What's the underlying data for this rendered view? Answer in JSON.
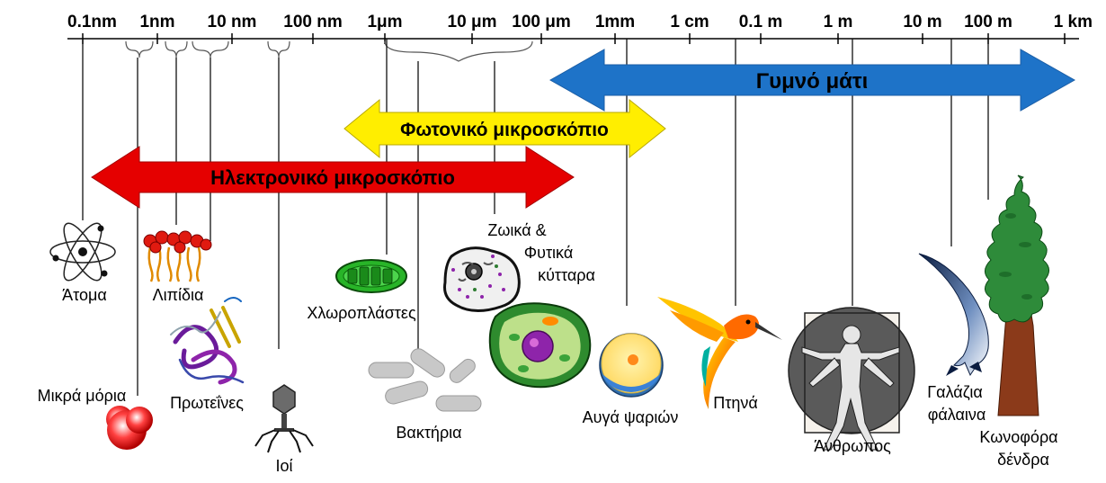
{
  "scale": {
    "ticks": [
      "0.1nm",
      "1nm",
      "10 nm",
      "100 nm",
      "1μm",
      "10 μm",
      "100 μm",
      "1mm",
      "1 cm",
      "0.1 m",
      "1 m",
      "10 m",
      "100 m",
      "1 km"
    ]
  },
  "ranges": {
    "electron": {
      "label": "Ηλεκτρονικό μικροσκόπιο",
      "color": "#e50000"
    },
    "light": {
      "label": "Φωτονικό μικροσκόπιο",
      "color": "#ffee00"
    },
    "eye": {
      "label": "Γυμνό μάτι",
      "color": "#1e73c8"
    }
  },
  "items": {
    "atoms": "Άτομα",
    "small_molecules": "Μικρά μόρια",
    "lipids": "Λιπίδια",
    "proteins": "Πρωτεΐνες",
    "viruses": "Ιοί",
    "chloroplasts": "Χλωροπλάστες",
    "bacteria": "Βακτήρια",
    "cells_line1": "Ζωικά &",
    "cells_line2": "Φυτικά",
    "cells_line3": "κύτταρα",
    "fish_eggs": "Αυγά ψαριών",
    "birds": "Πτηνά",
    "human": "Άνθρωπος",
    "whale_line1": "Γαλάζια",
    "whale_line2": "φάλαινα",
    "trees_line1": "Κωνοφόρα",
    "trees_line2": "δένδρα"
  }
}
